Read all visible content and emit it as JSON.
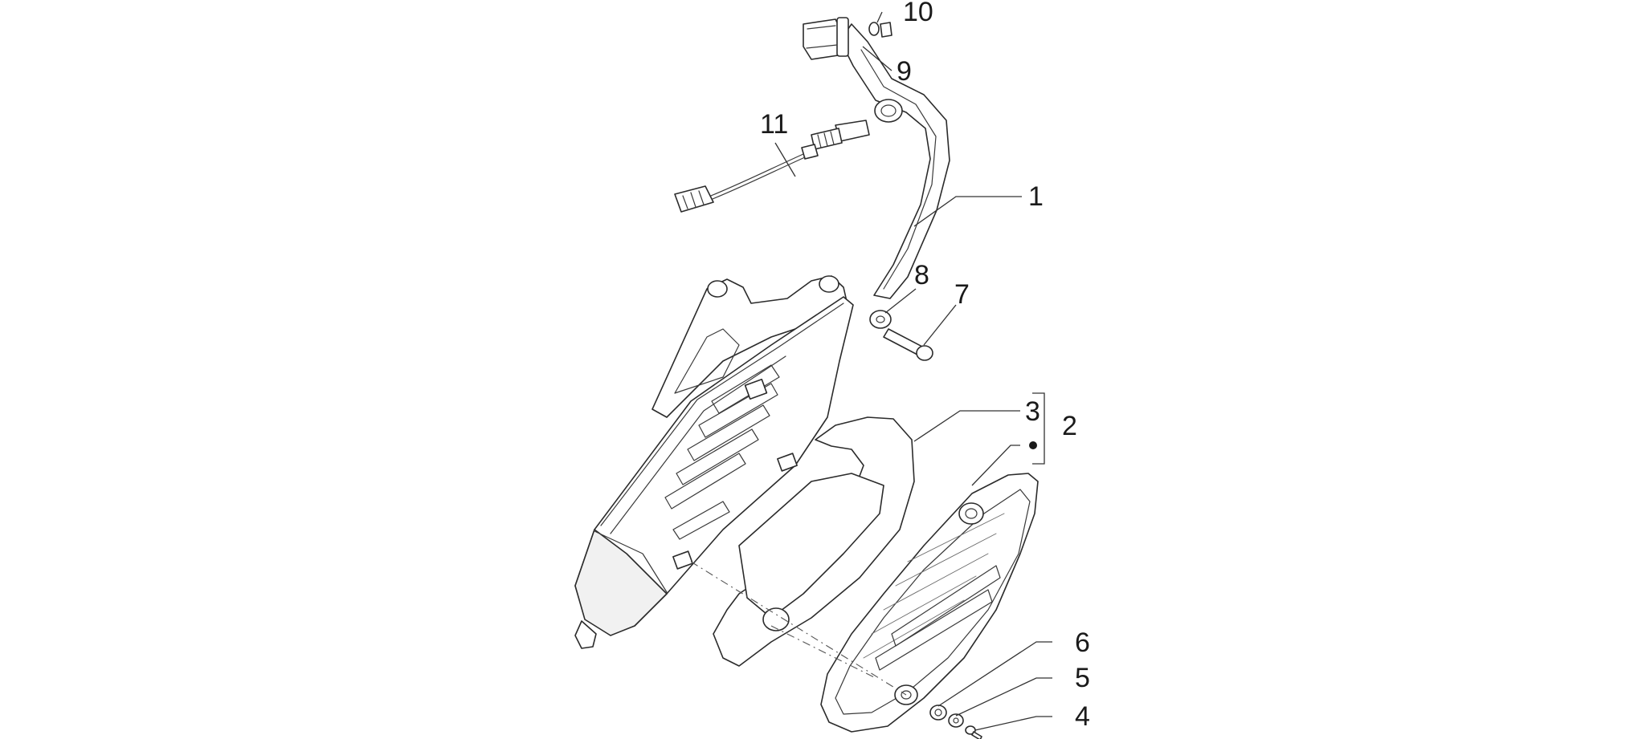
{
  "callouts": [
    {
      "id": "1",
      "label": "1"
    },
    {
      "id": "2",
      "label": "2"
    },
    {
      "id": "3",
      "label": "3"
    },
    {
      "id": "4",
      "label": "4"
    },
    {
      "id": "5",
      "label": "5"
    },
    {
      "id": "6",
      "label": "6"
    },
    {
      "id": "7",
      "label": "7"
    },
    {
      "id": "8",
      "label": "8"
    },
    {
      "id": "9",
      "label": "9"
    },
    {
      "id": "10",
      "label": "10"
    },
    {
      "id": "11",
      "label": "11"
    }
  ],
  "colors": {
    "line": "#2b2b2b",
    "background": "#ffffff"
  }
}
